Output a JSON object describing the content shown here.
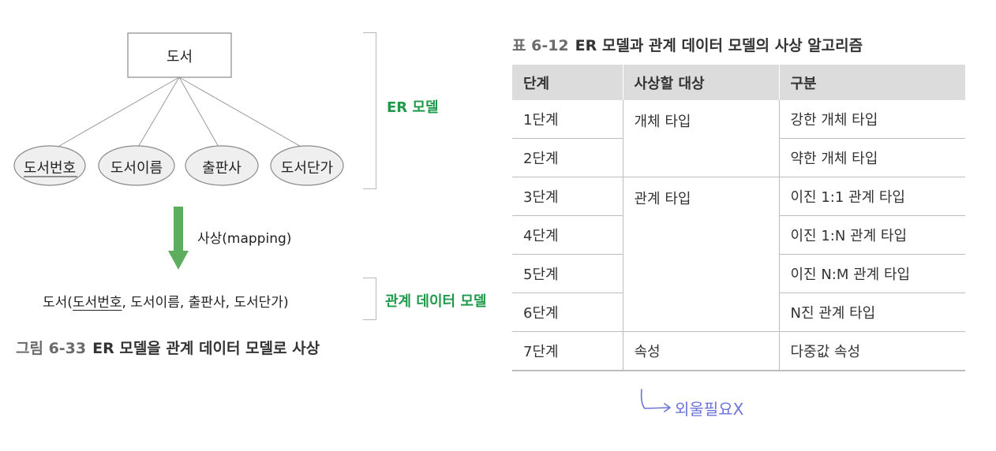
{
  "figure": {
    "entity": "도서",
    "attributes": [
      {
        "label": "도서번호",
        "key": true
      },
      {
        "label": "도서이름",
        "key": false
      },
      {
        "label": "출판사",
        "key": false
      },
      {
        "label": "도서단가",
        "key": false
      }
    ],
    "er_model_label": "ER 모델",
    "mapping_label": "사상(mapping)",
    "relation_label": "관계 데이터 모델",
    "relation": {
      "name": "도서(",
      "pk": "도서번호",
      "rest": ", 도서이름, 출판사, 도서단가)"
    },
    "caption_number": "그림 6-33",
    "caption_text": "ER 모델을 관계 데이터 모델로 사상",
    "colors": {
      "green": "#1f9a4a",
      "arrow": "#5cae5e"
    }
  },
  "table": {
    "title_number": "표 6-12",
    "title_text": "ER 모델과 관계 데이터 모델의 사상 알고리즘",
    "headers": [
      "단계",
      "사상할 대상",
      "구분"
    ],
    "steps": [
      "1단계",
      "2단계",
      "3단계",
      "4단계",
      "5단계",
      "6단계",
      "7단계"
    ],
    "targets": [
      "개체 타입",
      "관계 타입",
      "속성"
    ],
    "kinds": [
      "강한 개체 타입",
      "약한 개체 타입",
      "이진 1:1 관계 타입",
      "이진 1:N 관계 타입",
      "이진 N:M 관계 타입",
      "N진 관계 타입",
      "다중값 속성"
    ]
  },
  "annotation": {
    "handwritten_text": "외울필요X",
    "color": "#6b73d8"
  }
}
